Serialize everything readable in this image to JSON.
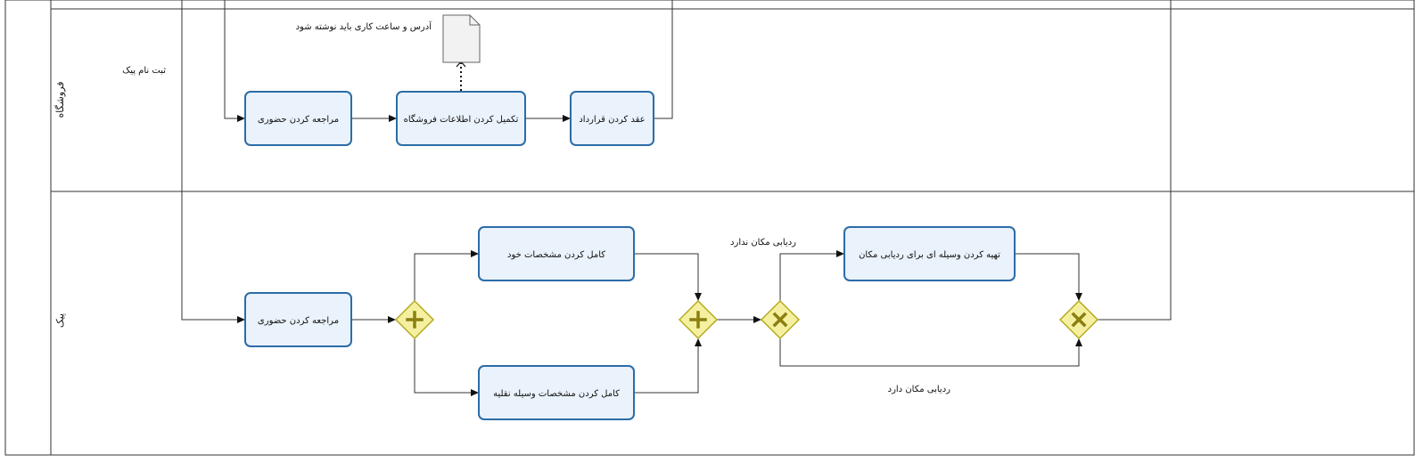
{
  "lanes": [
    {
      "label": "فروشگاه"
    },
    {
      "label": "پیک"
    }
  ],
  "tasks": {
    "store_visit": "مراجعه کردن حضوری",
    "store_complete_info": "تکمیل کردن اطلاعات فروشگاه",
    "contract": "عقد کردن قرارداد",
    "courier_visit": "مراجعه کردن حضوری",
    "complete_own": "کامل کردن مشخصات خود",
    "complete_vehicle": "کامل کردن مشخصات وسیله نقلیه",
    "provide_tracker": "تهیه کردن وسیله ای برای ردیابی مکان"
  },
  "annotations": {
    "courier_signup": "ثبت نام پیک",
    "document_note": "آدرس و ساعت کاری باید نوشته شود",
    "no_tracking": "ردیابی مکان ندارد",
    "has_tracking": "ردیابی مکان دارد"
  },
  "gateways": {
    "parallel_split": "parallel",
    "parallel_join": "parallel",
    "exclusive_split": "exclusive",
    "exclusive_join": "exclusive"
  },
  "icons": [
    "document-icon",
    "plus-icon",
    "x-icon",
    "arrowhead-icon"
  ],
  "colors": {
    "task_fill": "#eaf2fb",
    "task_stroke": "#2b6ca8",
    "gateway_fill": "#f5f0a0",
    "gateway_stroke": "#b5aa20"
  }
}
